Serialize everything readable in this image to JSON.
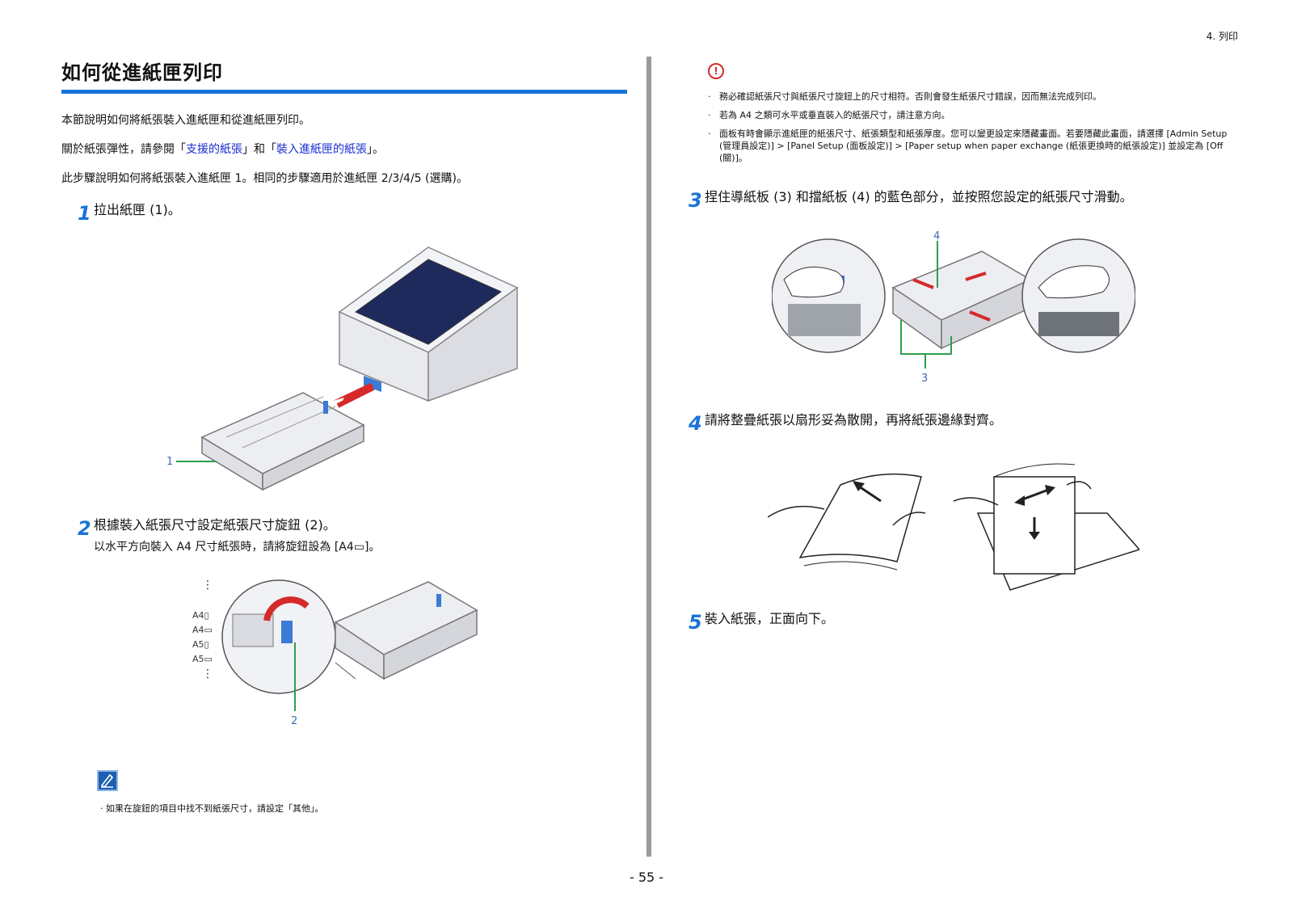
{
  "header": {
    "chapter": "4. 列印"
  },
  "left": {
    "title": "如何從進紙匣列印",
    "intro1": "本節說明如何將紙張裝入進紙匣和從進紙匣列印。",
    "intro2_prefix": "關於紙張彈性，請參閱「",
    "intro2_link1": "支援的紙張",
    "intro2_mid": "」和「",
    "intro2_link2": "裝入進紙匣的紙張",
    "intro2_suffix": "」。",
    "intro3": "此步驟說明如何將紙張裝入進紙匣 1。相同的步驟適用於進紙匣 2/3/4/5 (選購)。",
    "step1": {
      "num": "1",
      "text": "拉出紙匣 (1)。",
      "callout": "1"
    },
    "step2": {
      "num": "2",
      "text": "根據裝入紙張尺寸設定紙張尺寸旋鈕 (2)。",
      "sub": "以水平方向裝入 A4 尺寸紙張時，請將旋鈕設為 [A4▭]。",
      "callout": "2",
      "dial_labels": [
        "A4▯",
        "A4▭",
        "A5▯",
        "A5▭"
      ]
    },
    "memo": "如果在旋鈕的項目中找不到紙張尺寸，請設定「其他」。"
  },
  "right": {
    "caution_icon": "!",
    "notes": [
      "務必確認紙張尺寸與紙張尺寸旋鈕上的尺寸相符。否則會發生紙張尺寸錯誤，因而無法完成列印。",
      "若為 A4 之類可水平或垂直裝入的紙張尺寸，請注意方向。",
      "面板有時會顯示進紙匣的紙張尺寸、紙張類型和紙張厚度。您可以變更設定來隱藏畫面。若要隱藏此畫面，請選擇 [Admin Setup (管理員設定)] > [Panel Setup (面板設定)] > [Paper setup when paper exchange (紙張更換時的紙張設定)] 並設定為 [Off (關)]。"
    ],
    "step3": {
      "num": "3",
      "text": "捏住導紙板 (3) 和擋紙板 (4) 的藍色部分，並按照您設定的紙張尺寸滑動。",
      "callout3": "3",
      "callout4": "4"
    },
    "step4": {
      "num": "4",
      "text": "請將整疊紙張以扇形妥為散開，再將紙張邊緣對齊。"
    },
    "step5": {
      "num": "5",
      "text": "裝入紙張，正面向下。"
    }
  },
  "footer": {
    "page": "- 55 -"
  },
  "colors": {
    "accent": "#1a74d8",
    "link": "#1a2fd0",
    "callout": "#2e9e4a",
    "caution": "#d42a2a"
  }
}
